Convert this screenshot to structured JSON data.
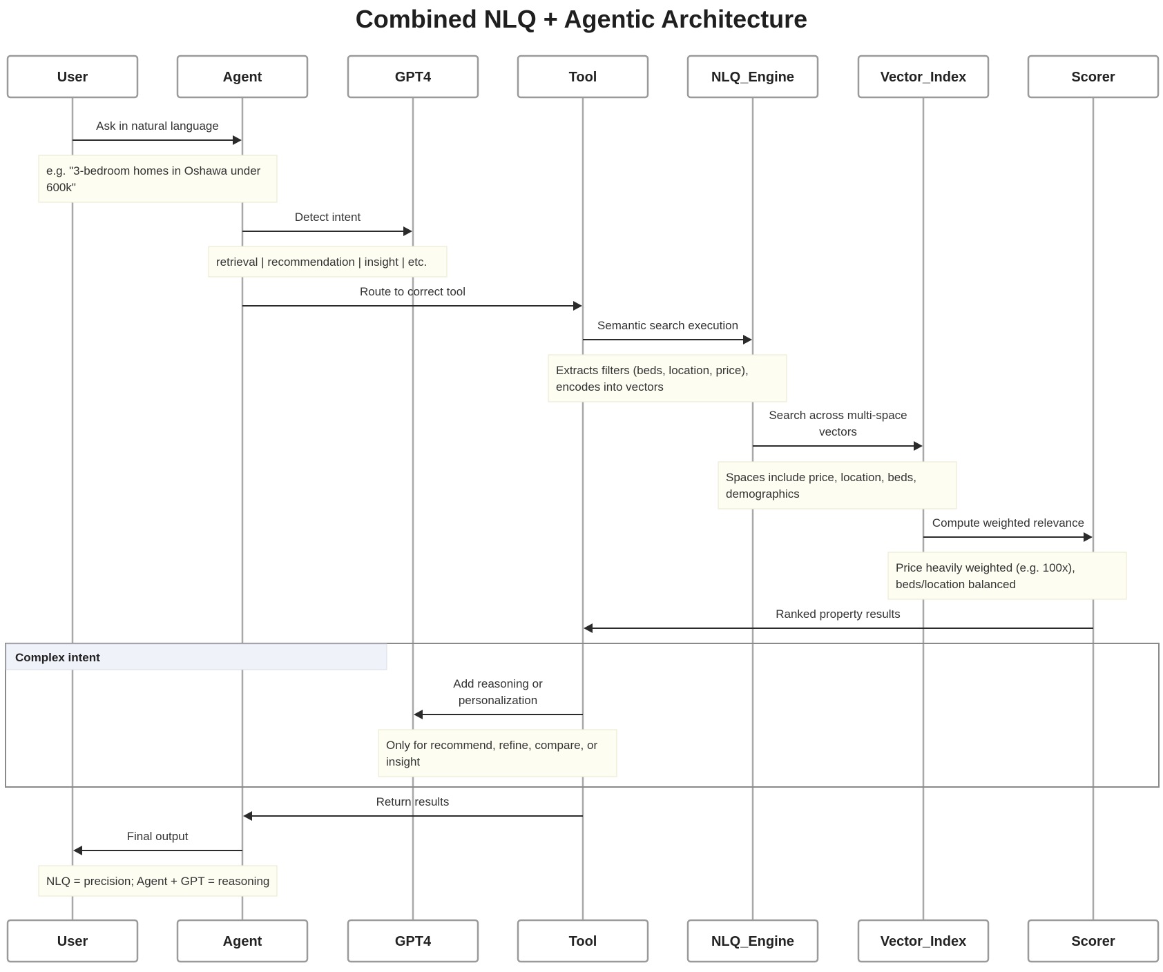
{
  "title": "Combined NLQ + Agentic Architecture",
  "actors": [
    "User",
    "Agent",
    "GPT4",
    "Tool",
    "NLQ_Engine",
    "Vector_Index",
    "Scorer"
  ],
  "messages": [
    {
      "from": "User",
      "to": "Agent",
      "label": [
        "Ask in natural language"
      ]
    },
    {
      "from": "Agent",
      "to": "GPT4",
      "label": [
        "Detect intent"
      ]
    },
    {
      "from": "Agent",
      "to": "Tool",
      "label": [
        "Route to correct tool"
      ]
    },
    {
      "from": "Tool",
      "to": "NLQ_Engine",
      "label": [
        "Semantic search execution"
      ]
    },
    {
      "from": "NLQ_Engine",
      "to": "Vector_Index",
      "label": [
        "Search across multi-space",
        "vectors"
      ]
    },
    {
      "from": "Vector_Index",
      "to": "Scorer",
      "label": [
        "Compute weighted relevance"
      ]
    },
    {
      "from": "Scorer",
      "to": "Tool",
      "label": [
        "Ranked property results"
      ]
    },
    {
      "from": "Tool",
      "to": "GPT4",
      "label": [
        "Add reasoning or",
        "personalization"
      ]
    },
    {
      "from": "Tool",
      "to": "Agent",
      "label": [
        "Return results"
      ]
    },
    {
      "from": "Agent",
      "to": "User",
      "label": [
        "Final output"
      ]
    }
  ],
  "notes": [
    {
      "lines": [
        "e.g. \"3-bedroom homes in Oshawa under",
        "600k\""
      ]
    },
    {
      "lines": [
        "retrieval | recommendation | insight | etc."
      ]
    },
    {
      "lines": [
        "Extracts filters (beds, location, price),",
        "encodes into vectors"
      ]
    },
    {
      "lines": [
        "Spaces include price, location, beds,",
        "demographics"
      ]
    },
    {
      "lines": [
        "Price heavily weighted (e.g. 100x),",
        "beds/location balanced"
      ]
    },
    {
      "lines": [
        "Only for recommend, refine, compare, or",
        "insight"
      ]
    },
    {
      "lines": [
        "NLQ = precision; Agent + GPT = reasoning"
      ]
    }
  ],
  "frame": {
    "label": "Complex intent"
  }
}
